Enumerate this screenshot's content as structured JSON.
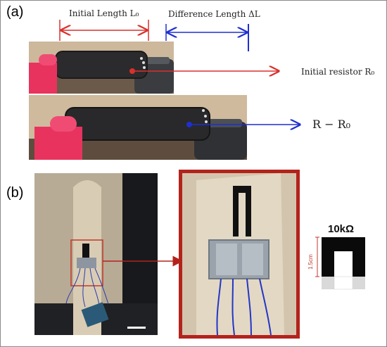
{
  "panels": {
    "a": {
      "label": "(a)",
      "initial_length": "Initial Length L₀",
      "difference_length": "Difference Length ΔL",
      "initial_resistor": "Initial resistor R₀",
      "delta_resistor": "R − R₀"
    },
    "b": {
      "label": "(b)",
      "resistance_value": "10kΩ",
      "scale_length": "1.5cm"
    }
  },
  "colors": {
    "length_arrow": "#d9302c",
    "delta_arrow": "#1f2fd0",
    "highlight_frame": "#b3231c",
    "sensor_black": "#111111",
    "pink_cap": "#ee3d6a"
  }
}
